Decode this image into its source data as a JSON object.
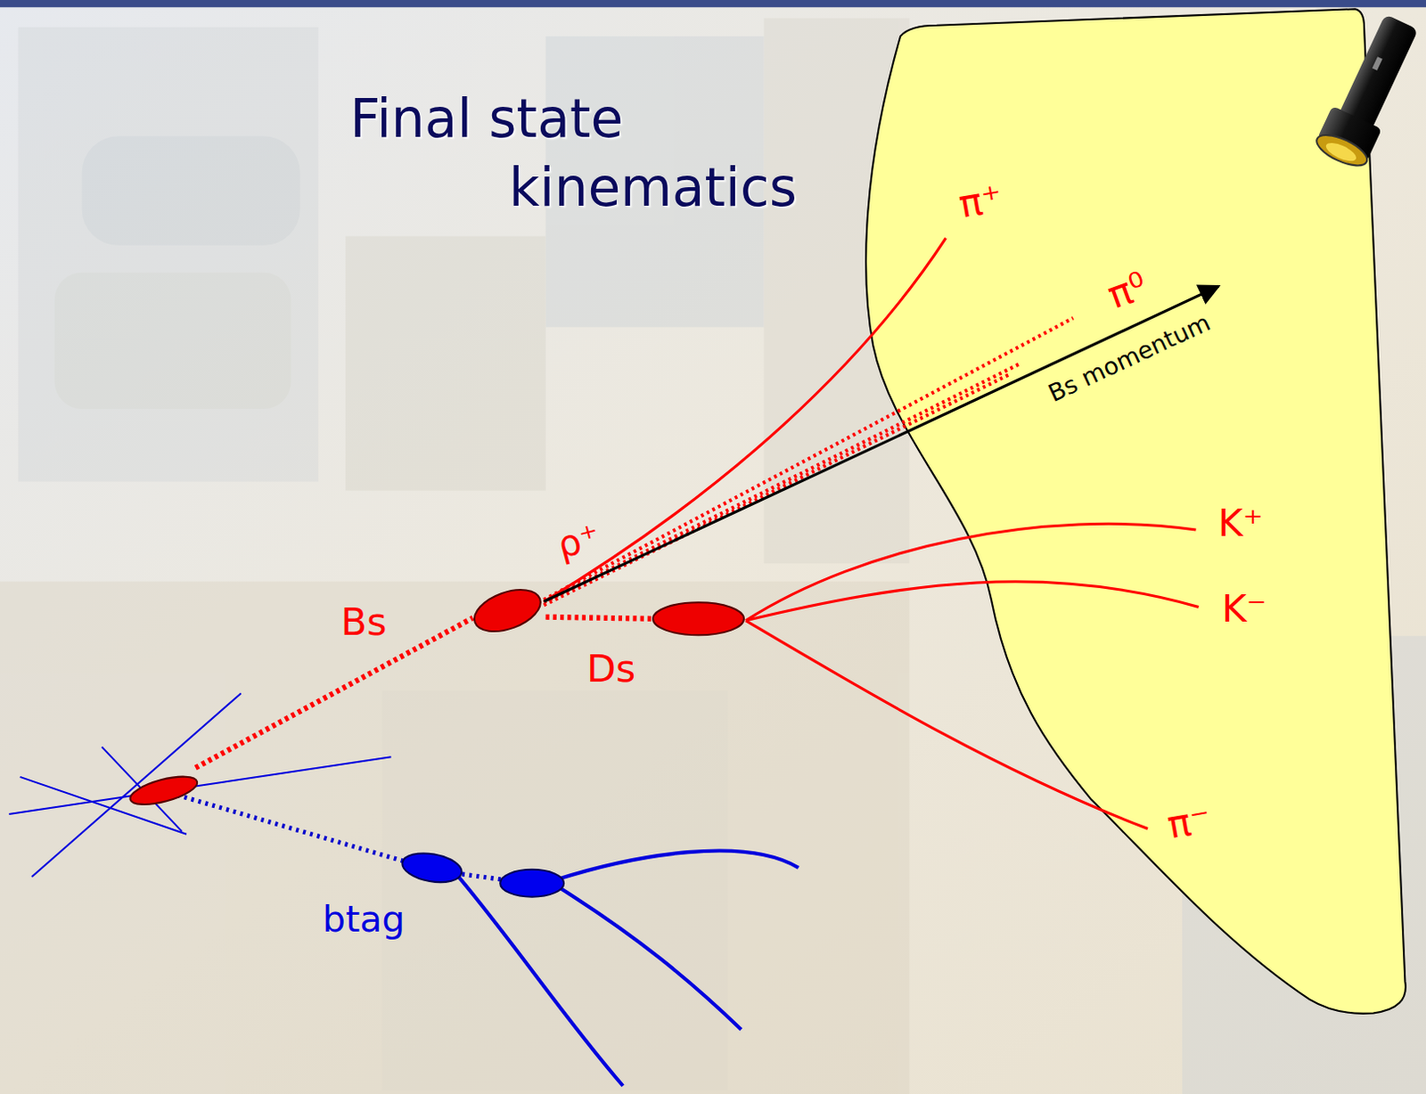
{
  "diagram": {
    "title": "Final state kinematics",
    "labels": [
      "π⁺",
      "π⁰",
      "Bs momentum",
      "ρ⁺",
      "K⁺",
      "K⁻",
      "Bs",
      "Ds",
      "π⁻",
      "btag"
    ]
  }
}
